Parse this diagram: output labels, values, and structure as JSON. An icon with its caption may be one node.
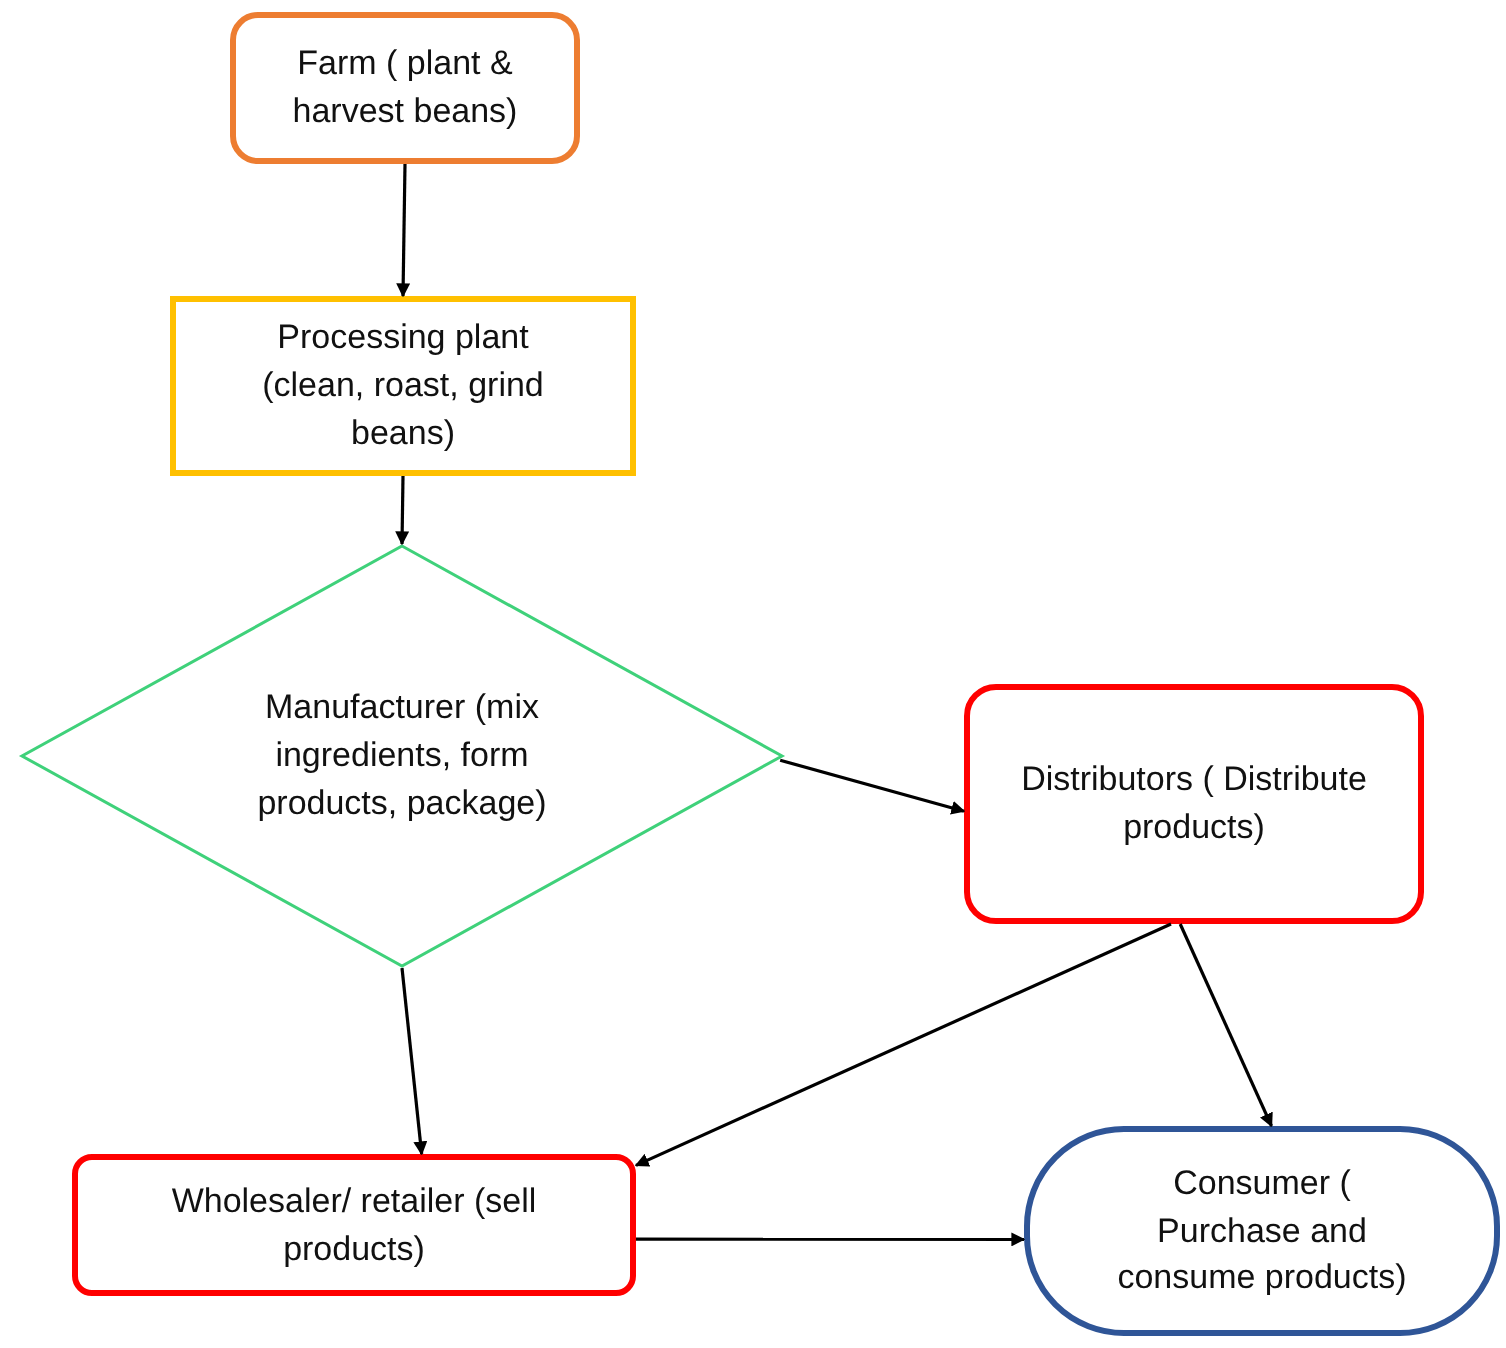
{
  "diagram": {
    "nodes": [
      {
        "text": [
          "Farm ( plant & harvest beans)"
        ]
      },
      {
        "text": [
          "Processing plant (clean, roast, grind beans)"
        ]
      },
      {
        "text": [
          "Manufacturer (mix ingredients, form products, package)"
        ]
      },
      {
        "text": [
          "Distributors ( Distribute products)"
        ]
      },
      {
        "text": [
          "Wholesaler/ retailer (sell products)"
        ]
      },
      {
        "text": [
          "Consumer ( Purchase and consume products)"
        ]
      }
    ],
    "edges": [
      {
        "from": 0,
        "to": 1,
        "arrow": "to"
      },
      {
        "from": 1,
        "to": 2,
        "arrow": "to"
      },
      {
        "from": 2,
        "to": 3,
        "arrow": "to"
      },
      {
        "from": 2,
        "to": 4,
        "arrow": "to"
      },
      {
        "from": 3,
        "to": 4,
        "arrow": "to"
      },
      {
        "from": 3,
        "to": 5,
        "arrow": "to"
      },
      {
        "from": 4,
        "to": 5,
        "arrow": "to"
      }
    ]
  }
}
